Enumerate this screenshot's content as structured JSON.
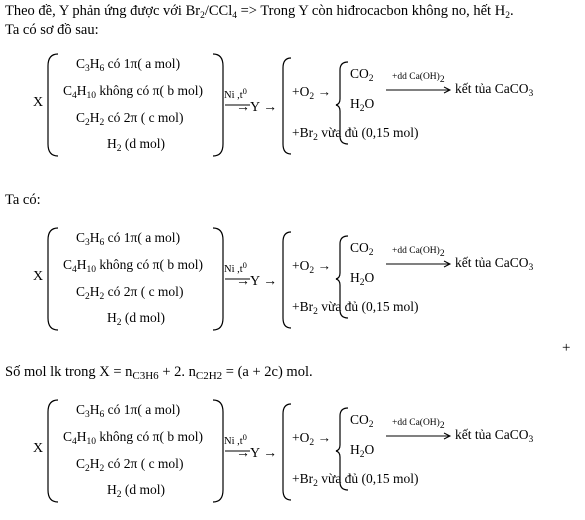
{
  "intro": {
    "line1_a": "Theo đề, Y phản ứng được với Br",
    "line1_b": "/CCl",
    "line1_c": " => Trong Y còn hiđrocacbon không no, hết H",
    "line1_d": ".",
    "sub2": "2",
    "sub4": "4",
    "line2": "Ta có sơ đồ sau:"
  },
  "ta_co": "Ta có:",
  "mol_line": {
    "prefix": "Số mol lk  trong X = n",
    "sub_c3h6": "C3H6",
    "mid": " + 2. n",
    "sub_c2h2": "C2H2",
    "suffix": " = (a + 2c) mol."
  },
  "plus_mark": "+",
  "scheme": {
    "X": "X",
    "c3h6": {
      "a": "C",
      "s1": "3",
      "b": "H",
      "s2": "6",
      "c": " có 1π( a mol)"
    },
    "c4h10": {
      "a": "C",
      "s1": "4",
      "b": "H",
      "s2": "10",
      "c": " không có π( b mol)"
    },
    "c2h2": {
      "a": "C",
      "s1": "2",
      "b": "H",
      "s2": "2",
      "c": " có 2π  ( c mol)"
    },
    "h2": {
      "a": "H",
      "s1": "2",
      "c": " (d mol)"
    },
    "cond": "Ni ,t",
    "cond_sup": "0",
    "arrowY": "→Y →",
    "o2": "+O",
    "o2_sub": "2",
    "o2_arrow": "→",
    "co2": "CO",
    "co2_sub": "2",
    "h2o_a": "H",
    "h2o_sub": "2",
    "h2o_b": "O",
    "caoh": "+dd Ca(OH)",
    "caoh_sub": "2",
    "ket": "kết tủa CaCO",
    "ket_sub": "3",
    "br2": "+Br",
    "br2_sub": "2",
    "br2_rest": " vừa đủ (0,15 mol)"
  }
}
